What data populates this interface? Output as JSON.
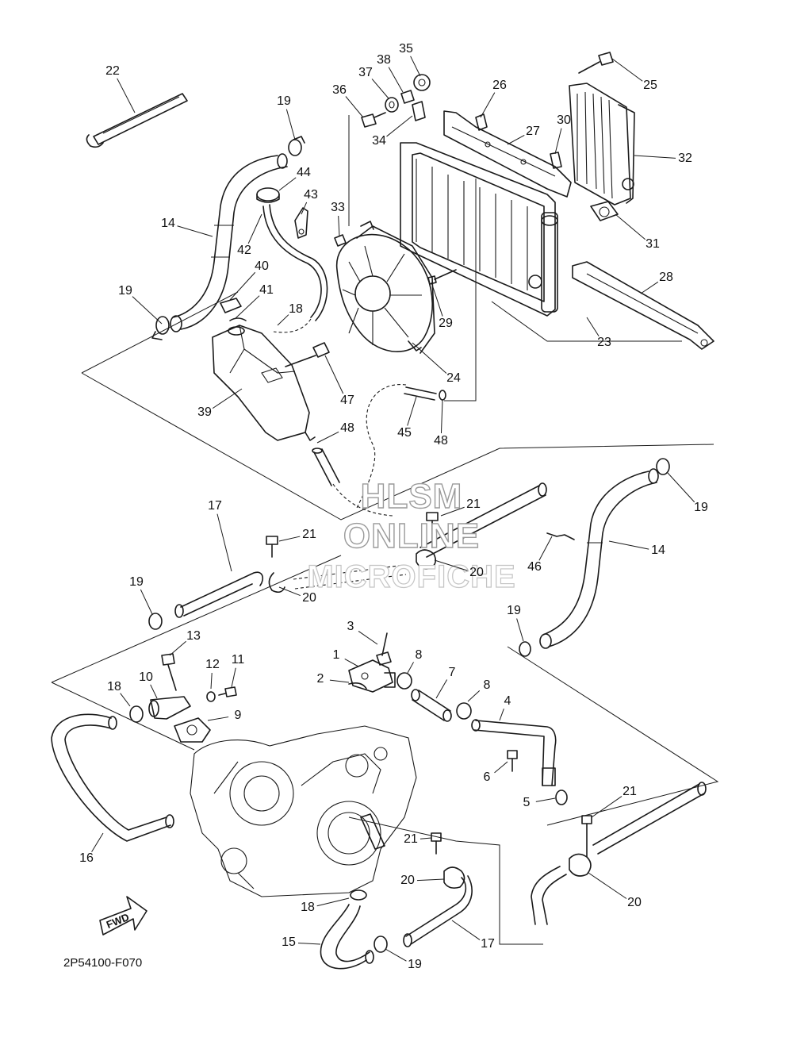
{
  "diagram_code": "2P54100-F070",
  "fwd_label": "FWD",
  "watermark": {
    "line1": "HLSM",
    "line2": "ONLINE",
    "line3": "MICROFICHE"
  },
  "callouts": [
    "22",
    "19",
    "14",
    "19",
    "44",
    "43",
    "42",
    "40",
    "41",
    "18",
    "39",
    "47",
    "48",
    "45",
    "48",
    "36",
    "37",
    "38",
    "35",
    "34",
    "33",
    "26",
    "27",
    "30",
    "25",
    "32",
    "31",
    "28",
    "29",
    "24",
    "23",
    "17",
    "21",
    "20",
    "19",
    "21",
    "20",
    "19",
    "14",
    "46",
    "19",
    "13",
    "12",
    "11",
    "10",
    "18",
    "9",
    "16",
    "3",
    "1",
    "2",
    "8",
    "7",
    "8",
    "4",
    "6",
    "5",
    "21",
    "21",
    "20",
    "20",
    "18",
    "15",
    "19",
    "17"
  ]
}
